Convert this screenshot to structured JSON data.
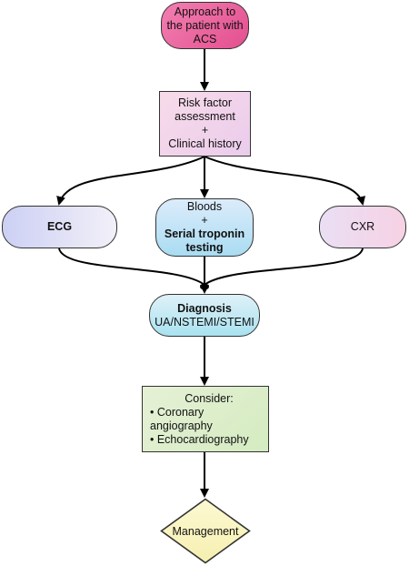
{
  "nodes": {
    "start": {
      "lines": [
        "Approach to",
        "the patient with",
        "ACS"
      ]
    },
    "risk": {
      "lines": [
        "Risk factor",
        "assessment",
        "+",
        "Clinical history"
      ]
    },
    "ecg": {
      "label": "ECG"
    },
    "bloods": {
      "line1": "Bloods",
      "line2": "+",
      "bold1": "Serial troponin",
      "bold2": "testing"
    },
    "cxr": {
      "label": "CXR"
    },
    "diagnosis": {
      "title": "Diagnosis",
      "subtitle": "UA/NSTEMI/STEMI"
    },
    "consider": {
      "heading": "Consider:",
      "bullets": [
        "• Coronary angiography",
        "• Echocardiography"
      ]
    },
    "management": {
      "label": "Management"
    }
  },
  "colors": {
    "start": "#e34f8f",
    "risk": "#f8dbe9",
    "ecg": "#ccd0f4",
    "bloods": "#a9dcf2",
    "cxr": "#f7d1e4",
    "diagnosis": "#a9e2f0",
    "consider": "#d4ebc0",
    "management": "#fbf6c2",
    "outline": "#333333",
    "connector": "#000000"
  }
}
